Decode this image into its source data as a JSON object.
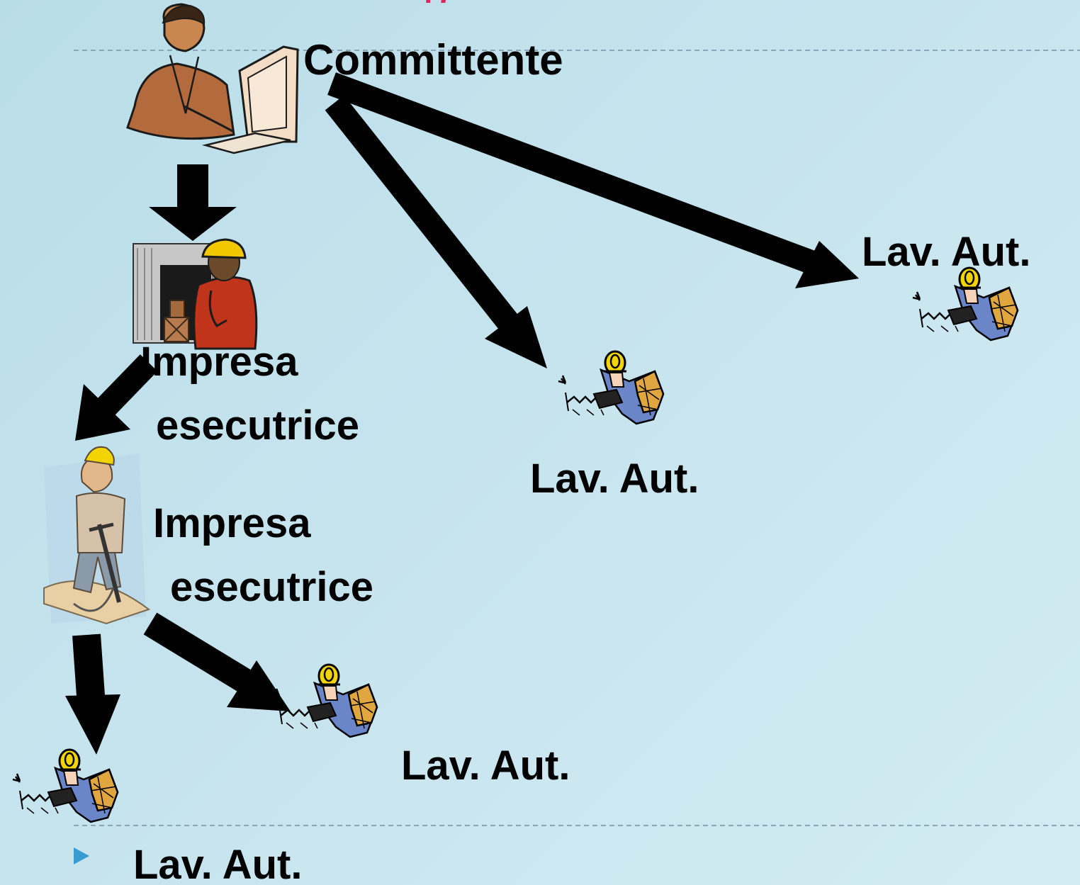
{
  "title_fragment": "p",
  "nodes": {
    "committente": "Committente",
    "impresa_1": [
      "Impresa",
      "esecutrice"
    ],
    "impresa_2": [
      "Impresa",
      "esecutrice"
    ],
    "lav_aut_right": "Lav. Aut.",
    "lav_aut_middle": "Lav. Aut.",
    "lav_aut_sub": "Lav. Aut.",
    "lav_aut_bottom": "Lav. Aut."
  },
  "icons": [
    "businessman-at-computer-icon",
    "construction-manager-icon",
    "jackhammer-worker-icon",
    "self-employed-worker-icon"
  ],
  "colors": {
    "background": "#c6e4ee",
    "arrow": "#000000",
    "title_accent": "#e0245a",
    "helmet": "#f2d400",
    "slide_marker": "#3a9bd0"
  }
}
